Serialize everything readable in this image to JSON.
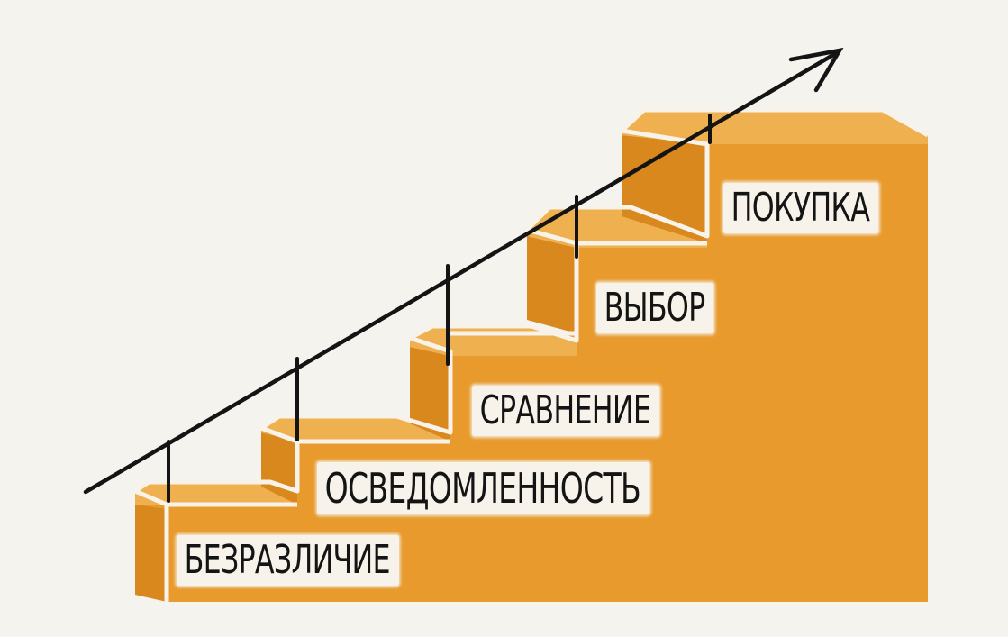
{
  "colors": {
    "background": "#f5f3ee",
    "stair_front": "#e89a2c",
    "stair_tread": "#efb050",
    "stair_riser": "#d9881e",
    "outline": "#f7f3ea",
    "ink": "#141414"
  },
  "steps": [
    {
      "label": "БЕЗРАЗЛИЧИЕ"
    },
    {
      "label": "ОСВЕДОМЛЕННОСТЬ"
    },
    {
      "label": "СРАВНЕНИЕ"
    },
    {
      "label": "ВЫБОР"
    },
    {
      "label": "ПОКУПКА"
    }
  ]
}
